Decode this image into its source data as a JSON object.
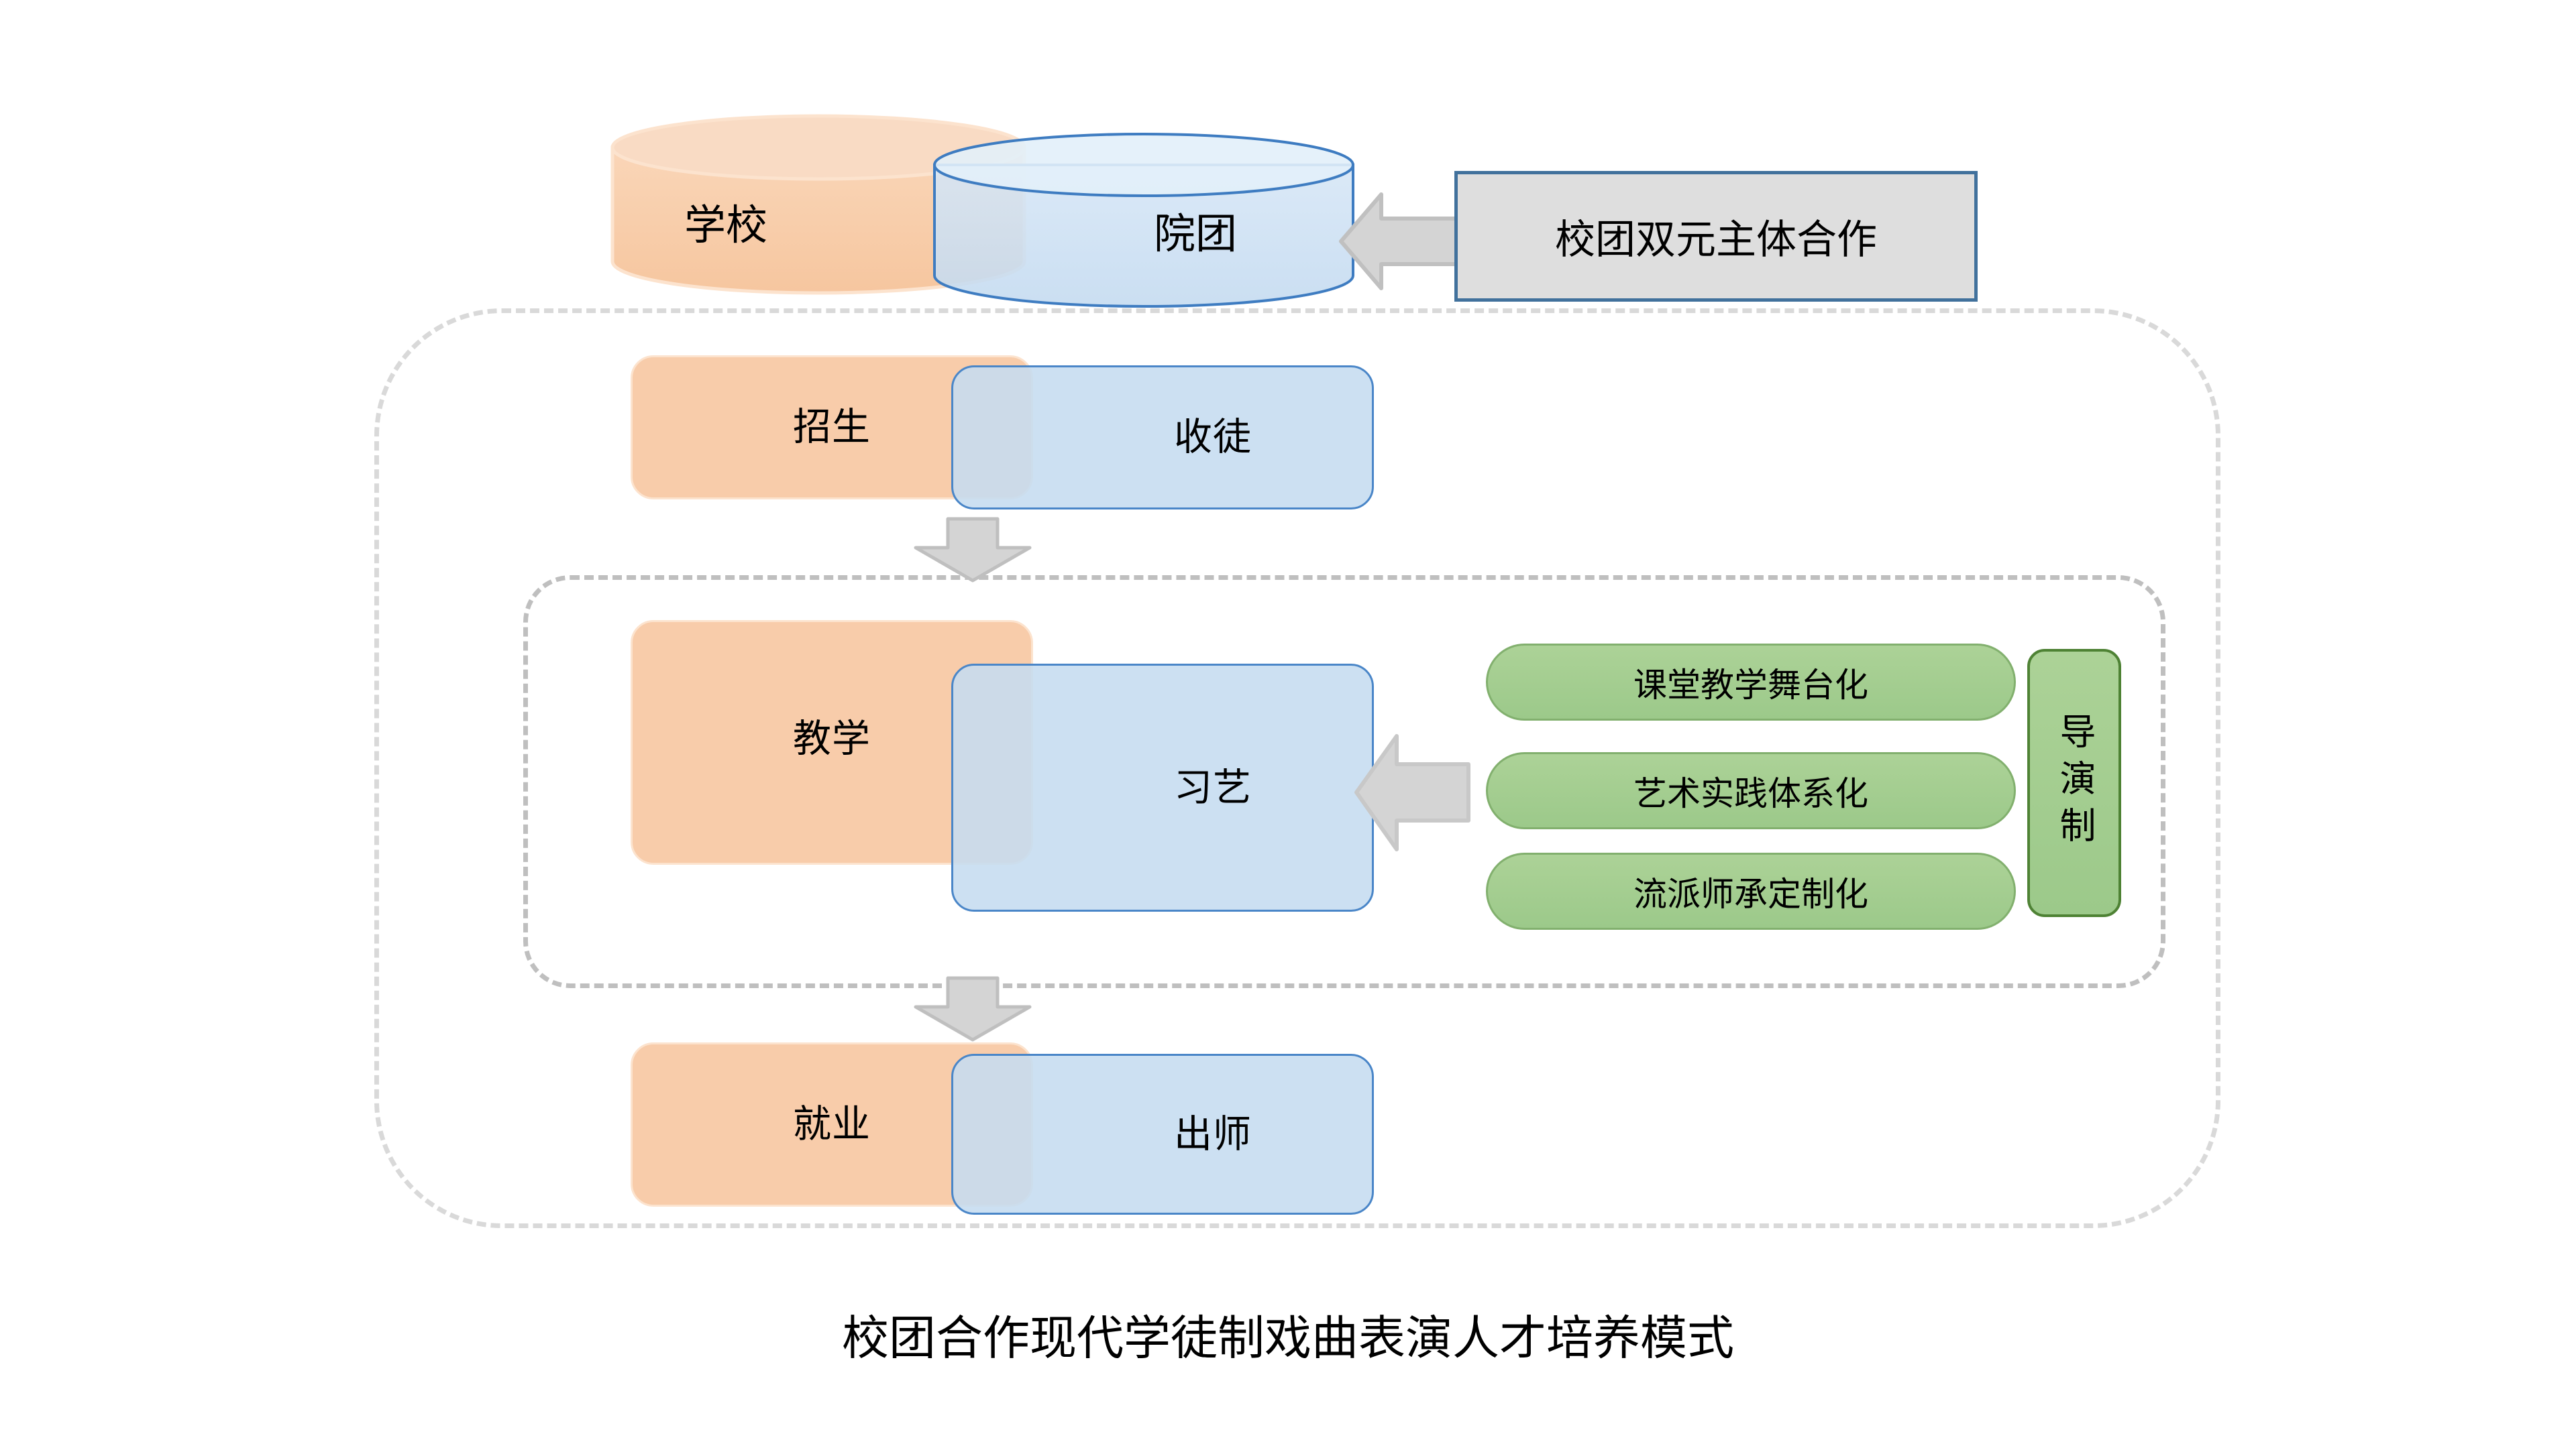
{
  "diagram": {
    "caption": "校团合作现代学徒制戏曲表演人才培养模式",
    "colors": {
      "orange_fill": "#F8CCAA",
      "orange_stroke": "#FCE3CE",
      "blue_fill": "#C5DCF0",
      "blue_stroke": "#4A86C8",
      "green_fill": "#A2CB8E",
      "green_stroke": "#82B06E",
      "green_stroke_dark": "#4E8234",
      "gray_arrow_fill": "#D4D4D4",
      "gray_arrow_stroke": "#BFBFBF",
      "gray_box_fill": "#DEDEDE",
      "gray_box_stroke": "#41719C",
      "dashed_stroke": "#D9D9D9"
    },
    "cylinders": {
      "left_label": "学校",
      "right_label": "院团"
    },
    "partner_box": {
      "label": "校团双元主体合作"
    },
    "rows": [
      {
        "key": "recruit",
        "orange_label": "招生",
        "blue_label": "收徒"
      },
      {
        "key": "teach",
        "orange_label": "教学",
        "blue_label": "习艺"
      },
      {
        "key": "graduate",
        "orange_label": "就业",
        "blue_label": "出师"
      }
    ],
    "pills": [
      {
        "label": "课堂教学舞台化"
      },
      {
        "label": "艺术实践体系化"
      },
      {
        "label": "流派师承定制化"
      }
    ],
    "director_box": {
      "label": "导演制"
    },
    "icons": {
      "arrow_down_1": "arrow-down-icon",
      "arrow_down_2": "arrow-down-icon",
      "arrow_left_top": "arrow-left-icon",
      "arrow_left_mid": "arrow-left-icon"
    }
  }
}
